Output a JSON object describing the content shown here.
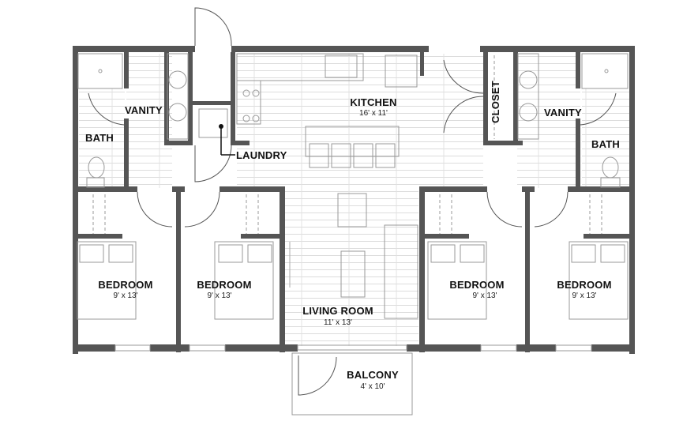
{
  "floor_plan": {
    "rooms": [
      {
        "id": "kitchen",
        "label": "KITCHEN",
        "dimensions": "16' x 11'"
      },
      {
        "id": "living-room",
        "label": "LIVING ROOM",
        "dimensions": "11' x 13'"
      },
      {
        "id": "balcony",
        "label": "BALCONY",
        "dimensions": "4' x 10'"
      },
      {
        "id": "bedroom-1",
        "label": "BEDROOM",
        "dimensions": "9' x 13'"
      },
      {
        "id": "bedroom-2",
        "label": "BEDROOM",
        "dimensions": "9' x 13'"
      },
      {
        "id": "bedroom-3",
        "label": "BEDROOM",
        "dimensions": "9' x 13'"
      },
      {
        "id": "bedroom-4",
        "label": "BEDROOM",
        "dimensions": "9' x 13'"
      },
      {
        "id": "vanity-left",
        "label": "VANITY"
      },
      {
        "id": "vanity-right",
        "label": "VANITY"
      },
      {
        "id": "bath-left",
        "label": "BATH"
      },
      {
        "id": "bath-right",
        "label": "BATH"
      },
      {
        "id": "laundry",
        "label": "LAUNDRY"
      },
      {
        "id": "closet",
        "label": "CLOSET"
      }
    ],
    "colors": {
      "wall": "#555555",
      "line": "#9a9a9a",
      "floor_line": "#d6d6d6",
      "text": "#111111"
    }
  }
}
